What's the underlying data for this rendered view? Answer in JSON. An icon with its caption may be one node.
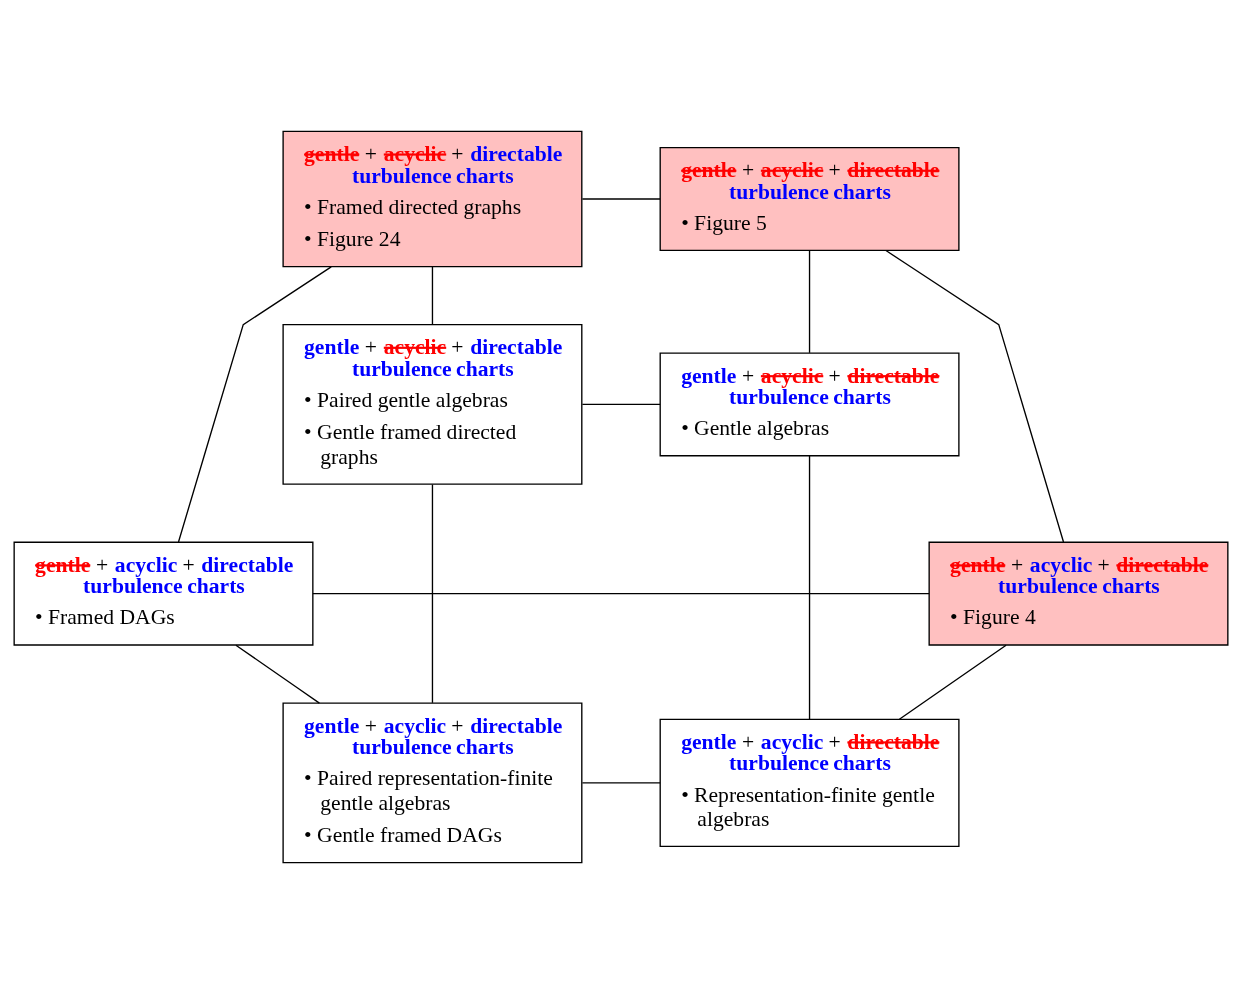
{
  "diagram": {
    "nodes": [
      {
        "text": [
          "gentle + acyclic + directable turbulence charts",
          "• Framed directed graphs",
          "• Figure 24"
        ]
      },
      {
        "text": [
          "gentle + acyclic + directable turbulence charts",
          "• Figure 5"
        ]
      },
      {
        "text": [
          "gentle + acyclic + directable turbulence charts",
          "• Paired gentle algebras",
          "• Gentle framed directed graphs"
        ]
      },
      {
        "text": [
          "gentle + acyclic + directable turbulence charts",
          "• Gentle algebras"
        ]
      },
      {
        "text": [
          "gentle + acyclic + directable turbulence charts",
          "• Framed DAGs"
        ]
      },
      {
        "text": [
          "gentle + acyclic + directable turbulence charts",
          "• Figure 4"
        ]
      },
      {
        "text": [
          "gentle + acyclic + directable turbulence charts",
          "• Paired representation-finite gentle algebras",
          "• Gentle framed DAGs"
        ]
      },
      {
        "text": [
          "gentle + acyclic + directable turbulence charts",
          "• Representation-finite gentle algebras"
        ]
      }
    ],
    "edges": [
      {
        "from": 0,
        "to": 1,
        "arrow": "none"
      },
      {
        "from": 0,
        "to": 2,
        "arrow": "none"
      },
      {
        "from": 0,
        "to": 4,
        "arrow": "none"
      },
      {
        "from": 1,
        "to": 3,
        "arrow": "none"
      },
      {
        "from": 1,
        "to": 5,
        "arrow": "none"
      },
      {
        "from": 2,
        "to": 3,
        "arrow": "none"
      },
      {
        "from": 2,
        "to": 6,
        "arrow": "none"
      },
      {
        "from": 3,
        "to": 7,
        "arrow": "none"
      },
      {
        "from": 4,
        "to": 5,
        "arrow": "none"
      },
      {
        "from": 4,
        "to": 6,
        "arrow": "none"
      },
      {
        "from": 5,
        "to": 7,
        "arrow": "none"
      },
      {
        "from": 6,
        "to": 7,
        "arrow": "none"
      }
    ]
  }
}
